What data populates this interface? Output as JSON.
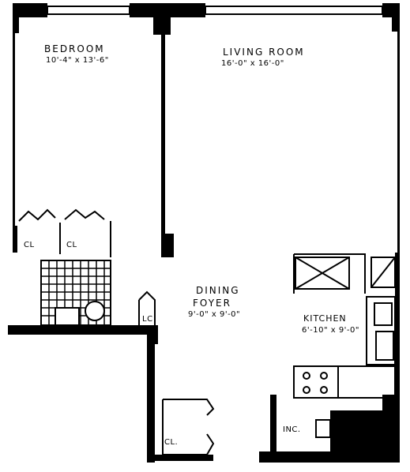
{
  "rooms": {
    "bedroom": {
      "name": "BEDROOM",
      "dims": "10'-4\" x 13'-6\""
    },
    "living_room": {
      "name": "LIVING ROOM",
      "dims": "16'-0\" x 16'-0\""
    },
    "dining_foyer": {
      "name_line1": "DINING",
      "name_line2": "FOYER",
      "dims": "9'-0\" x 9'-0\""
    },
    "kitchen": {
      "name": "KITCHEN",
      "dims": "6'-10\" x 9'-0\""
    }
  },
  "closets": {
    "bedroom_closet_1": "CL",
    "bedroom_closet_2": "CL",
    "linen_closet": "LC",
    "foyer_closet": "CL."
  },
  "incinerator": "INC.",
  "colors": {
    "ink": "#000000",
    "paper": "#ffffff"
  }
}
